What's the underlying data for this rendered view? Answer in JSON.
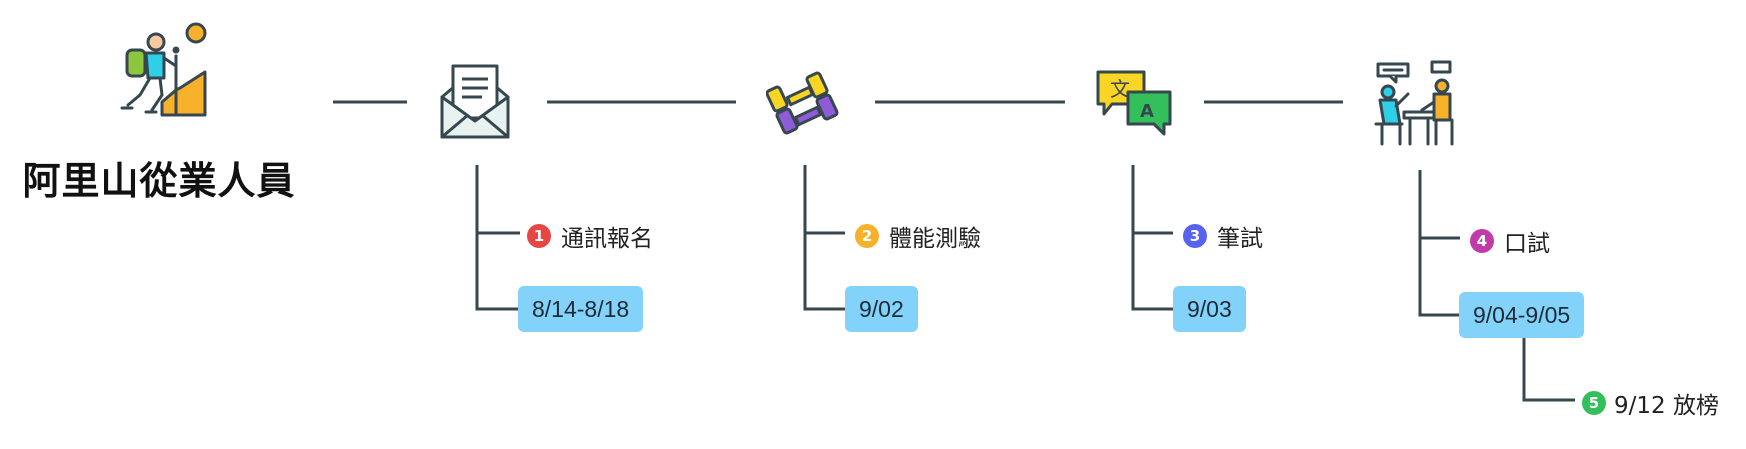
{
  "title": "阿里山從業人員",
  "colors": {
    "line": "#37474f",
    "date_box": "#82d2fa"
  },
  "icons": [
    "hiker-icon",
    "envelope-icon",
    "dumbbell-icon",
    "translate-icon",
    "interview-icon"
  ],
  "steps": [
    {
      "number": "1",
      "label": "通訊報名",
      "date": "8/14-8/18",
      "badge_color": "#e84545"
    },
    {
      "number": "2",
      "label": "體能測驗",
      "date": "9/02",
      "badge_color": "#f7b12b"
    },
    {
      "number": "3",
      "label": "筆試",
      "date": "9/03",
      "badge_color": "#5862f0"
    },
    {
      "number": "4",
      "label": "口試",
      "date": "9/04-9/05",
      "badge_color": "#c23aa8"
    }
  ],
  "final": {
    "number": "5",
    "label": "9/12 放榜",
    "badge_color": "#33c05b"
  }
}
